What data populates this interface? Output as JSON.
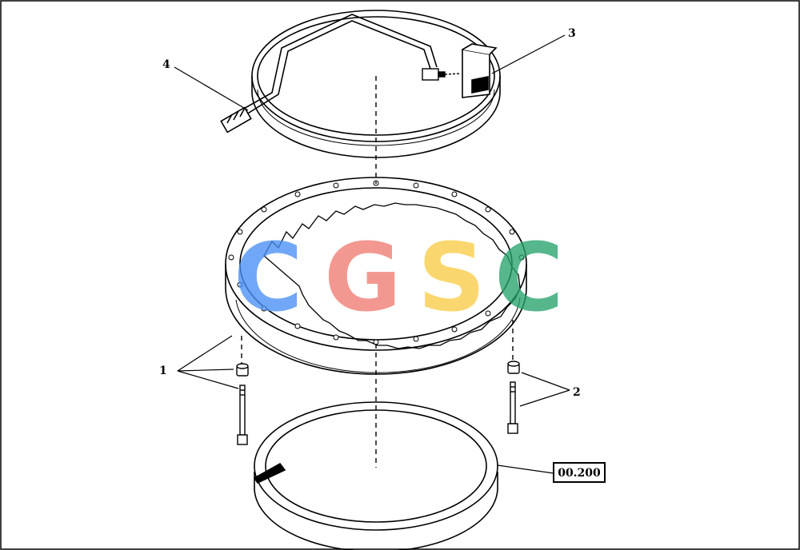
{
  "callouts": {
    "c1": "1",
    "c2": "2",
    "c3": "3",
    "c4": "4"
  },
  "reference_box": "00.200",
  "watermark": {
    "letters": [
      "C",
      "G",
      "S",
      "C"
    ],
    "colors": [
      "#4a8ff5",
      "#f07c72",
      "#f9cd46",
      "#27a36c"
    ]
  },
  "components": [
    "lubrication-pipe",
    "upper-seal-ring",
    "grease-fitting",
    "bracket",
    "slewing-ring-gear",
    "lower-seal-ring",
    "bolt",
    "washer"
  ]
}
